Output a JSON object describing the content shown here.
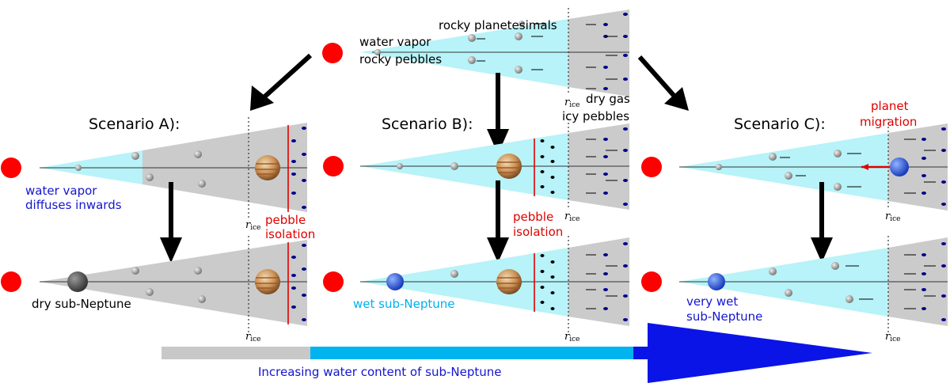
{
  "top_panel": {
    "labels": [
      "rocky planetesimals",
      "water vapor",
      "rocky pebbles",
      "dry gas",
      "icy pebbles"
    ],
    "ice_line": "r",
    "ice_line_sub": "ice"
  },
  "scenarios": [
    {
      "title": "Scenario A):",
      "notes": [
        "water vapor",
        "diffuses inwards"
      ],
      "pebble_label": [
        "pebble",
        "isolation"
      ],
      "result": "dry sub-Neptune"
    },
    {
      "title": "Scenario B):",
      "pebble_label": [
        "pebble",
        "isolation"
      ],
      "result": "wet sub-Neptune"
    },
    {
      "title": "Scenario C):",
      "migration_label": [
        "planet",
        "migration"
      ],
      "result": [
        "very wet",
        "sub-Neptune"
      ]
    }
  ],
  "ice_line": {
    "symbol": "r",
    "sub": "ice"
  },
  "bottom_bar": {
    "caption": "Increasing water content of sub-Neptune"
  },
  "colors": {
    "water_vapor": "#b7f3f8",
    "dry_gas": "#cbcbcb",
    "star": "#ff0000",
    "icy_pebble": "#00008b",
    "dry_planet": "#555555",
    "wet_planet": "#1f4fd6",
    "annotation_blue": "#1515d0",
    "annotation_red": "#e00000",
    "annotation_cyan": "#00b0ee",
    "bar_grey": "#c8c8c8",
    "bar_cyan": "#00b4ef",
    "bar_blue": "#0b14e6"
  }
}
